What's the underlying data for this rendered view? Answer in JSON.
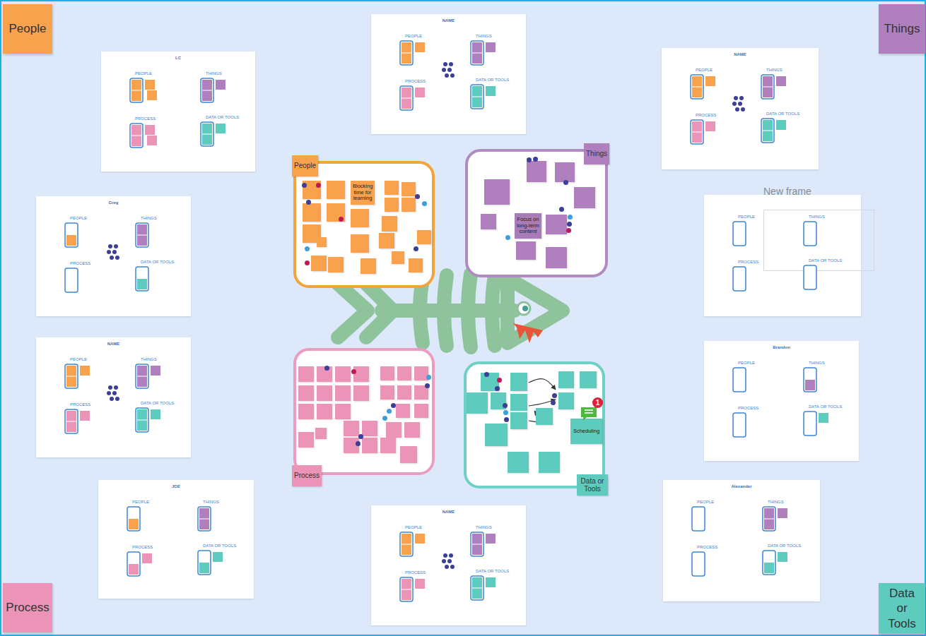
{
  "diagram": {
    "nodes": [
      {
        "text": [
          "People"
        ]
      },
      {
        "text": [
          "Things"
        ]
      },
      {
        "text": [
          "Process"
        ]
      },
      {
        "text": [
          "Data or Tools"
        ]
      },
      {
        "text": [
          "LC"
        ]
      },
      {
        "text": [
          "PEOPLE"
        ],
        "in": 4
      },
      {
        "text": [
          "THINGS"
        ],
        "in": 4
      },
      {
        "text": [
          "PROCESS"
        ],
        "in": 4
      },
      {
        "text": [
          "DATA OR TOOLS"
        ],
        "in": 4
      },
      {
        "text": [
          "NAME"
        ]
      },
      {
        "text": [
          "PEOPLE"
        ],
        "in": 9
      },
      {
        "text": [
          "THINGS"
        ],
        "in": 9
      },
      {
        "text": [
          "PROCESS"
        ],
        "in": 9
      },
      {
        "text": [
          "DATA OR TOOLS"
        ],
        "in": 9
      },
      {
        "text": [
          "NAME"
        ]
      },
      {
        "text": [
          "PEOPLE"
        ],
        "in": 14
      },
      {
        "text": [
          "THINGS"
        ],
        "in": 14
      },
      {
        "text": [
          "PROCESS"
        ],
        "in": 14
      },
      {
        "text": [
          "DATA OR TOOLS"
        ],
        "in": 14
      },
      {
        "text": [
          "Greg"
        ]
      },
      {
        "text": [
          "PEOPLE"
        ],
        "in": 19
      },
      {
        "text": [
          "THINGS"
        ],
        "in": 19
      },
      {
        "text": [
          "PROCESS"
        ],
        "in": 19
      },
      {
        "text": [
          "DATA OR TOOLS"
        ],
        "in": 19
      },
      {
        "text": [
          "New frame"
        ]
      },
      {
        "text": [
          "PEOPLE"
        ],
        "in": 24
      },
      {
        "text": [
          "THINGS"
        ],
        "in": 24
      },
      {
        "text": [
          "PROCESS"
        ],
        "in": 24
      },
      {
        "text": [
          "DATA OR TOOLS"
        ],
        "in": 24
      },
      {
        "text": [
          "NAME"
        ]
      },
      {
        "text": [
          "PEOPLE"
        ],
        "in": 29
      },
      {
        "text": [
          "THINGS"
        ],
        "in": 29
      },
      {
        "text": [
          "PROCESS"
        ],
        "in": 29
      },
      {
        "text": [
          "DATA OR TOOLS"
        ],
        "in": 29
      },
      {
        "text": [
          "Brandon"
        ]
      },
      {
        "text": [
          "PEOPLE"
        ],
        "in": 34
      },
      {
        "text": [
          "THINGS"
        ],
        "in": 34
      },
      {
        "text": [
          "PROCESS"
        ],
        "in": 34
      },
      {
        "text": [
          "DATA OR TOOLS"
        ],
        "in": 34
      },
      {
        "text": [
          "JOE"
        ]
      },
      {
        "text": [
          "PEOPLE"
        ],
        "in": 39
      },
      {
        "text": [
          "THINGS"
        ],
        "in": 39
      },
      {
        "text": [
          "PROCESS"
        ],
        "in": 39
      },
      {
        "text": [
          "DATA OR TOOLS"
        ],
        "in": 39
      },
      {
        "text": [
          "NAME"
        ]
      },
      {
        "text": [
          "PEOPLE"
        ],
        "in": 44
      },
      {
        "text": [
          "THINGS"
        ],
        "in": 44
      },
      {
        "text": [
          "PROCESS"
        ],
        "in": 44
      },
      {
        "text": [
          "DATA OR TOOLS"
        ],
        "in": 44
      },
      {
        "text": [
          "Alexander"
        ]
      },
      {
        "text": [
          "PEOPLE"
        ],
        "in": 49
      },
      {
        "text": [
          "THINGS"
        ],
        "in": 49
      },
      {
        "text": [
          "PROCESS"
        ],
        "in": 49
      },
      {
        "text": [
          "DATA OR TOOLS"
        ],
        "in": 49
      },
      {
        "text": [
          "People"
        ]
      },
      {
        "text": [
          "Blocking time for learning"
        ],
        "in": 54
      },
      {
        "text": [
          "Things"
        ]
      },
      {
        "text": [
          "Focus on long-term content"
        ],
        "in": 56
      },
      {
        "text": [
          "Process"
        ]
      },
      {
        "text": [
          "Data or Tools"
        ]
      },
      {
        "text": [
          "Scheduling"
        ],
        "in": 59
      }
    ],
    "labels": [
      "1"
    ]
  }
}
